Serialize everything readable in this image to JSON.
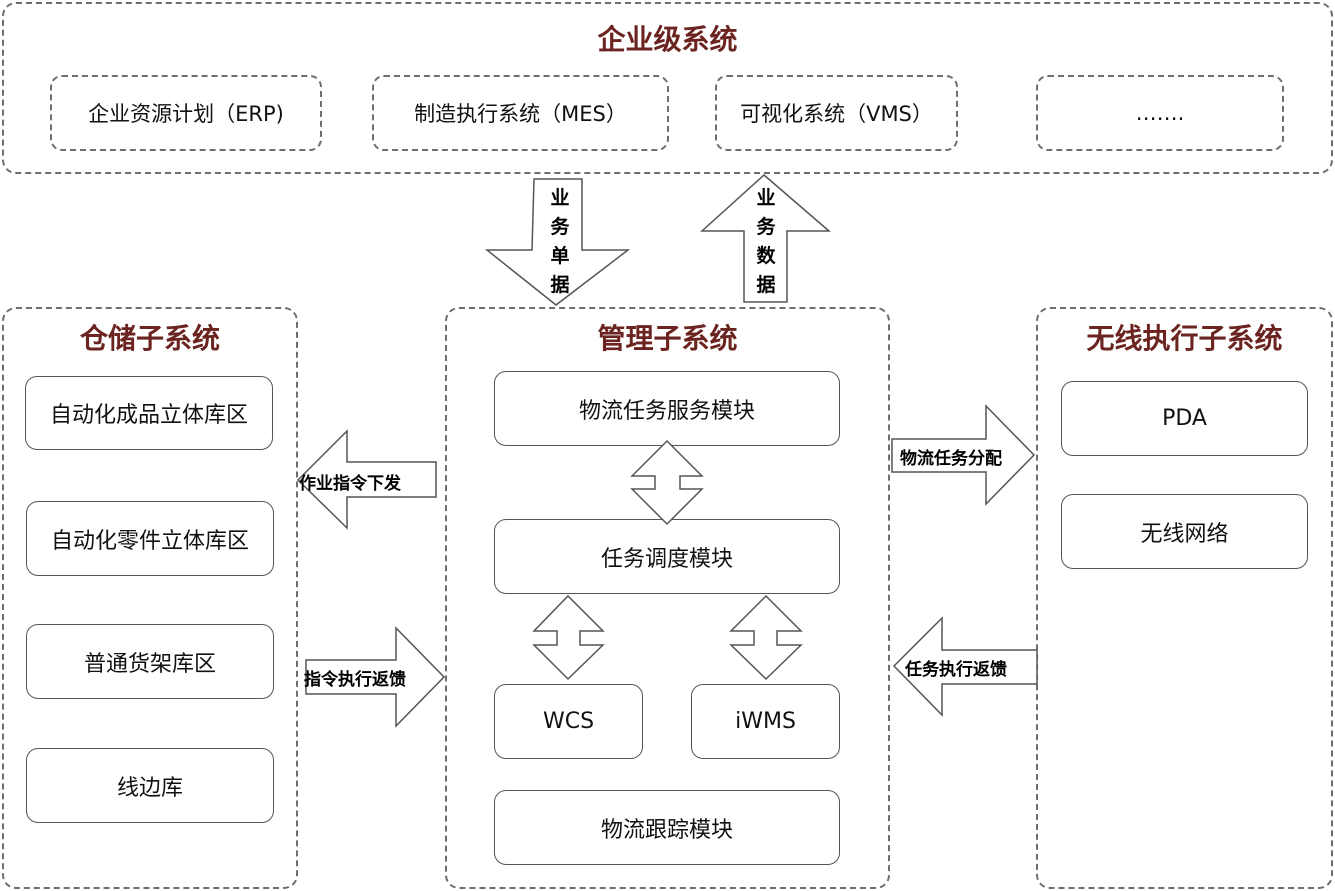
{
  "enterprise": {
    "title": "企业级系统",
    "items": [
      "企业资源计划（ERP)",
      "制造执行系统（MES）",
      "可视化系统（VMS）",
      "……."
    ]
  },
  "arrows": {
    "business_docs": [
      "业",
      "务",
      "单",
      "据"
    ],
    "business_data": [
      "业",
      "务",
      "数",
      "据"
    ],
    "job_dispatch": "作业指令下发",
    "cmd_feedback": "指令执行返馈",
    "task_assign": "物流任务分配",
    "task_feedback": "任务执行返馈"
  },
  "storage": {
    "title": "仓储子系统",
    "items": [
      "自动化成品立体库区",
      "自动化零件立体库区",
      "普通货架库区",
      "线边库"
    ]
  },
  "management": {
    "title": "管理子系统",
    "task_service": "物流任务服务模块",
    "scheduler": "任务调度模块",
    "wcs": "WCS",
    "iwms": "iWMS",
    "tracking": "物流跟踪模块"
  },
  "wireless": {
    "title": "无线执行子系统",
    "items": [
      "PDA",
      "无线网络"
    ]
  },
  "colors": {
    "title": "#6b2420",
    "border": "#6e6e6e"
  }
}
